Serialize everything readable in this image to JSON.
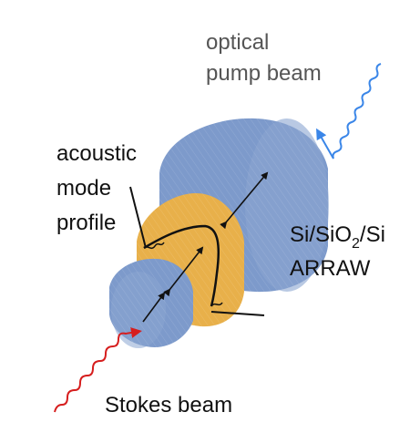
{
  "labels": {
    "pump_line1": "optical",
    "pump_line2": "pump beam",
    "acoustic_line1": "acoustic",
    "acoustic_line2": "mode",
    "acoustic_line3": "profile",
    "material_prefix": "Si/SiO",
    "material_sub": "2",
    "material_suffix": "/Si",
    "material_line2": "ARRAW",
    "stokes": "Stokes beam"
  },
  "colors": {
    "outer_cylinder": "#7d9acb",
    "outer_cylinder_edge": "#8ea6cf",
    "core_cylinder": "#e8b04a",
    "pump_wave": "#3a86e8",
    "stokes_wave": "#d61e1e",
    "arrows": "#111111"
  }
}
